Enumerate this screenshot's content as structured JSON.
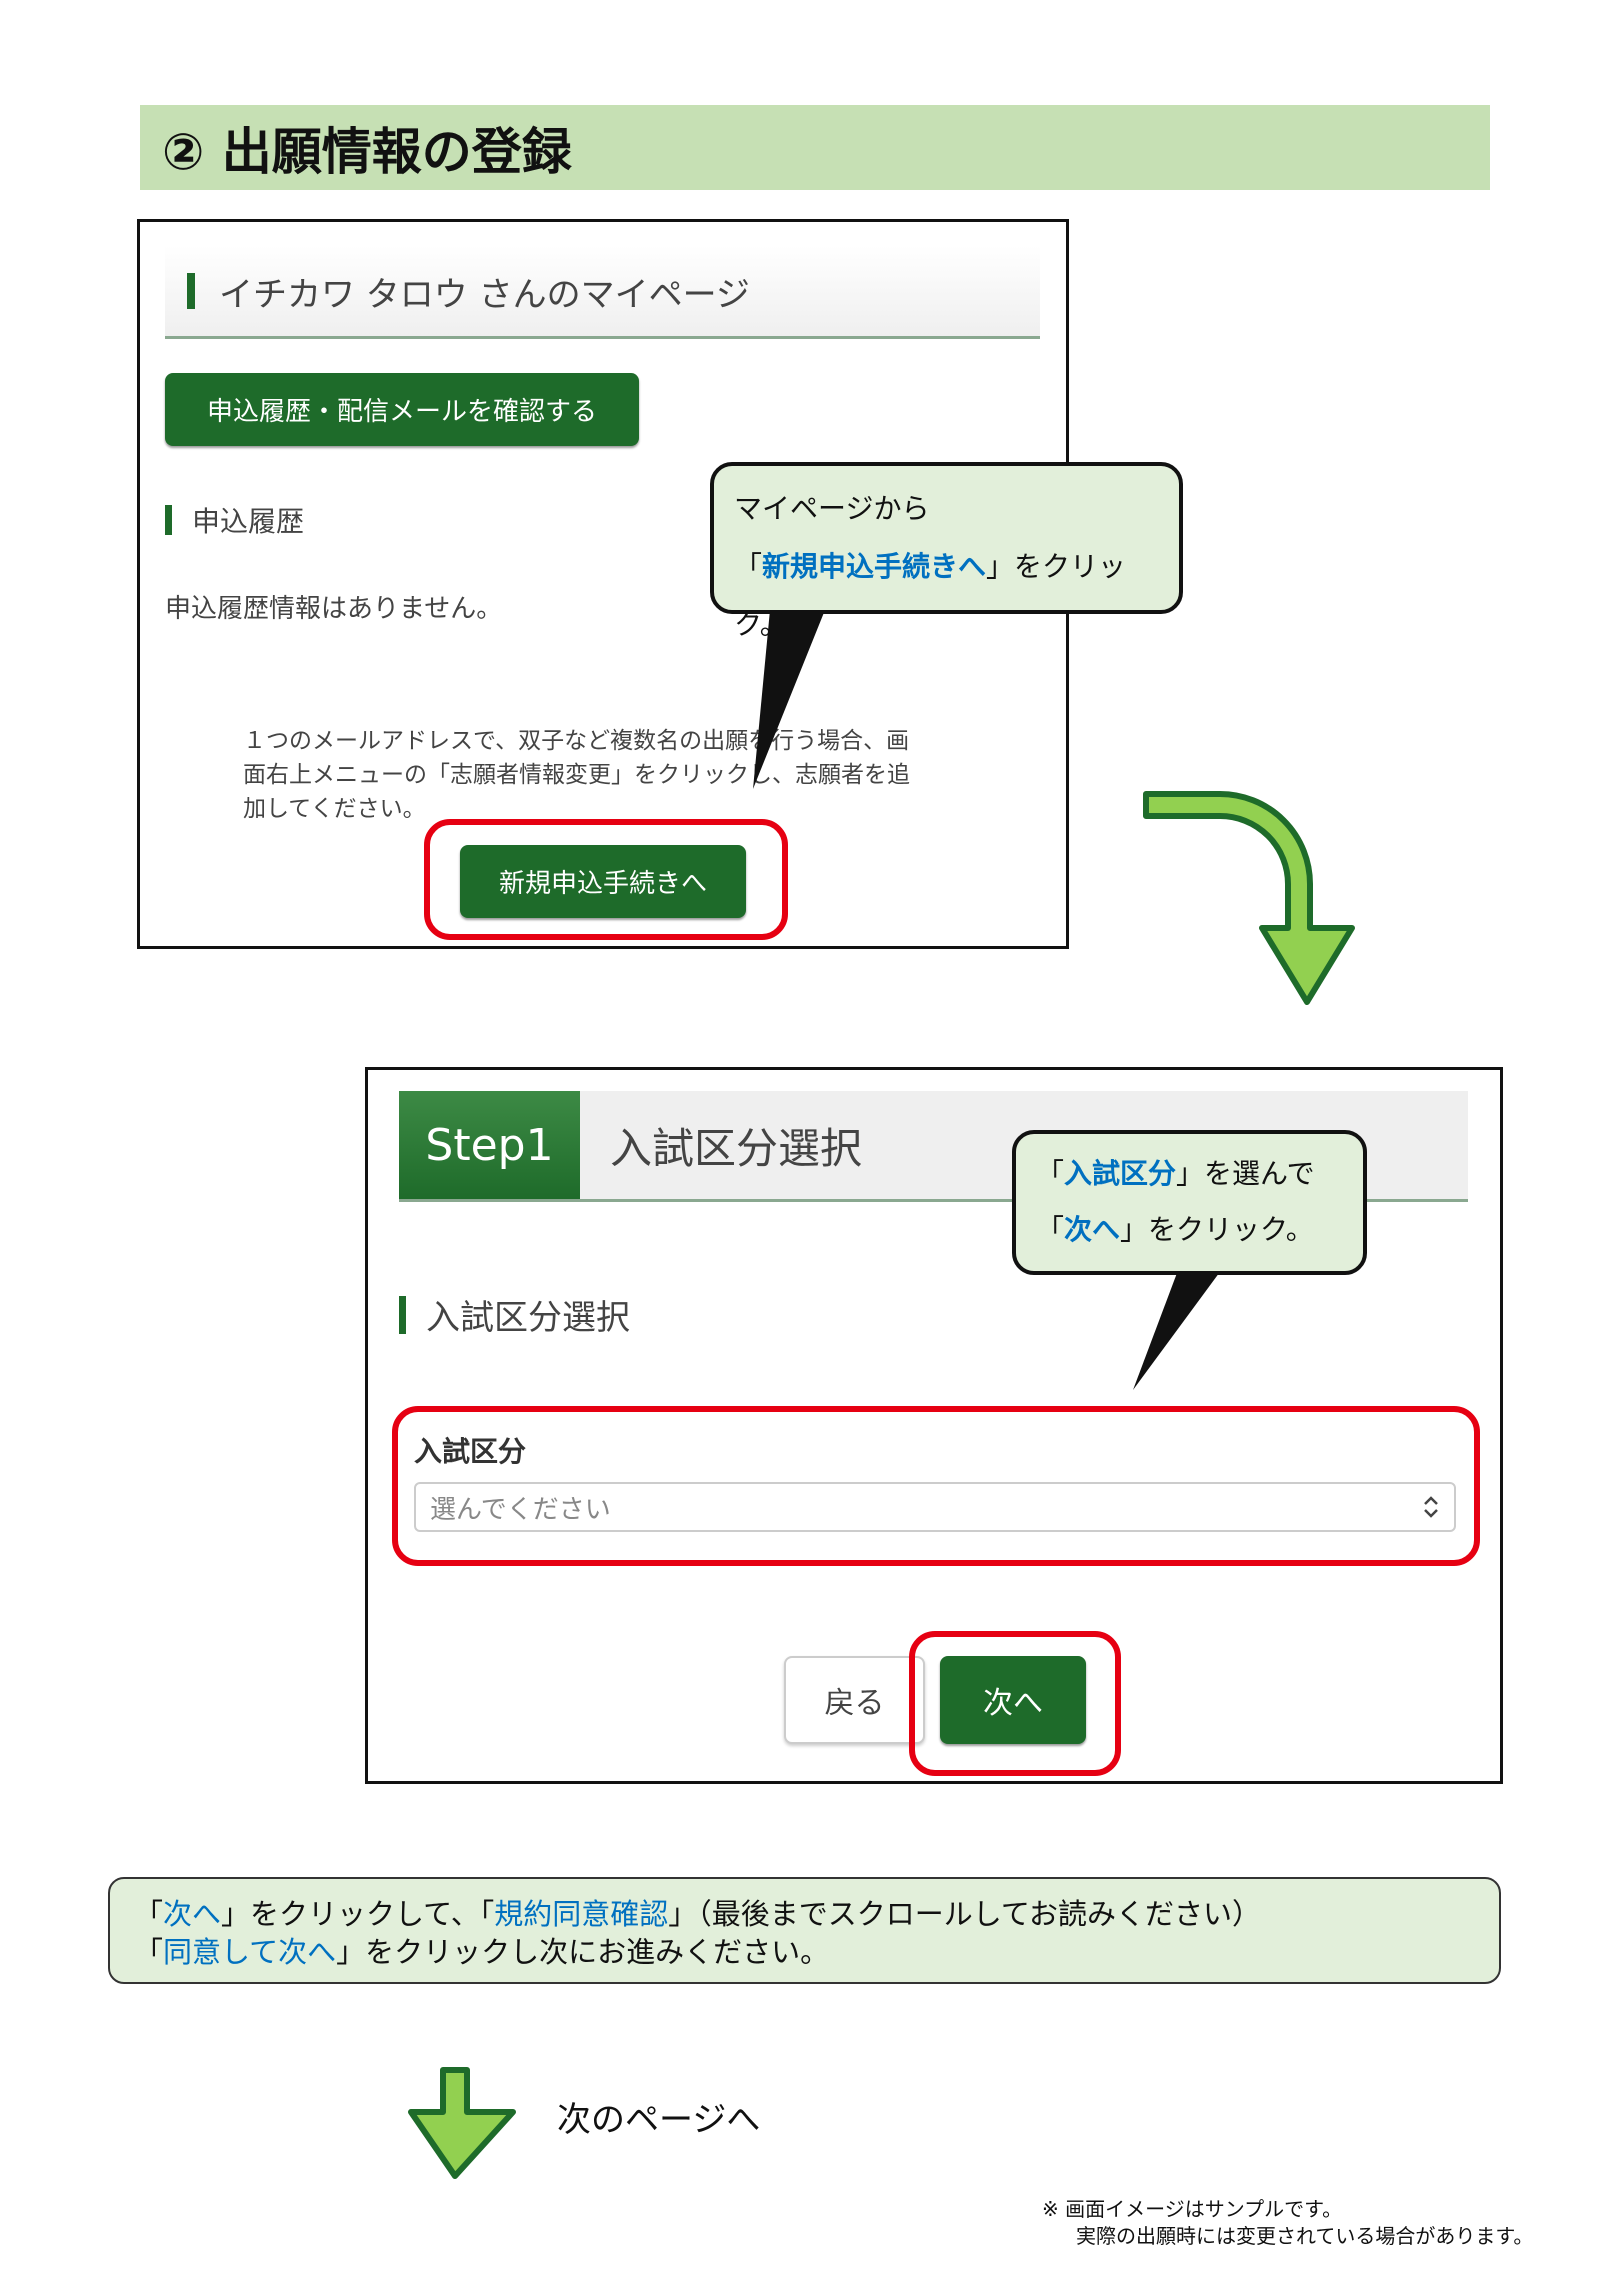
{
  "title": "② 出願情報の登録",
  "mypage": {
    "header": "イチカワ タロウ さんのマイページ",
    "history_button": "申込履歴・配信メールを確認する",
    "section_heading": "申込履歴",
    "empty_text": "申込履歴情報はありません。",
    "note_lines": [
      "１つのメールアドレスで、双子など複数名の出願を行う場合、画",
      "面右上メニューの「志願者情報変更」をクリックし、志願者を追",
      "加してください。"
    ],
    "new_button": "新規申込手続きへ"
  },
  "callout1": {
    "line1": "マイページから",
    "open": "「",
    "link": "新規申込手続きへ",
    "close": "」をクリック。"
  },
  "step": {
    "badge": "Step1",
    "title": "入試区分選択",
    "section_heading": "入試区分選択",
    "field_label": "入試区分",
    "select_placeholder": "選んでください",
    "back_button": "戻る",
    "next_button": "次へ"
  },
  "callout2": {
    "open1": "「",
    "link1": "入試区分",
    "close1": "」を選んで",
    "open2": "「",
    "link2": "次へ",
    "close2": "」をクリック。"
  },
  "instruction": {
    "l1": [
      {
        "t": "「"
      },
      {
        "t": "次へ",
        "link": true
      },
      {
        "t": "」をクリックして、「"
      },
      {
        "t": "規約同意確認",
        "link": true
      },
      {
        "t": "」（最後までスクロールしてお読みください）"
      }
    ],
    "l2": [
      {
        "t": "「"
      },
      {
        "t": "同意して次へ",
        "link": true
      },
      {
        "t": "」をクリックし次にお進みください。"
      }
    ]
  },
  "next_page": "次のページへ",
  "footnote": [
    "※ 画面イメージはサンプルです。",
    "実際の出願時には変更されている場合があります。"
  ],
  "colors": {
    "accent_green": "#1e6b2a",
    "highlight_red": "#e60012",
    "link_blue": "#0070c0",
    "callout_bg": "#e2efda",
    "title_bg": "#c6e0b4",
    "arrow_green": "#92d050"
  }
}
